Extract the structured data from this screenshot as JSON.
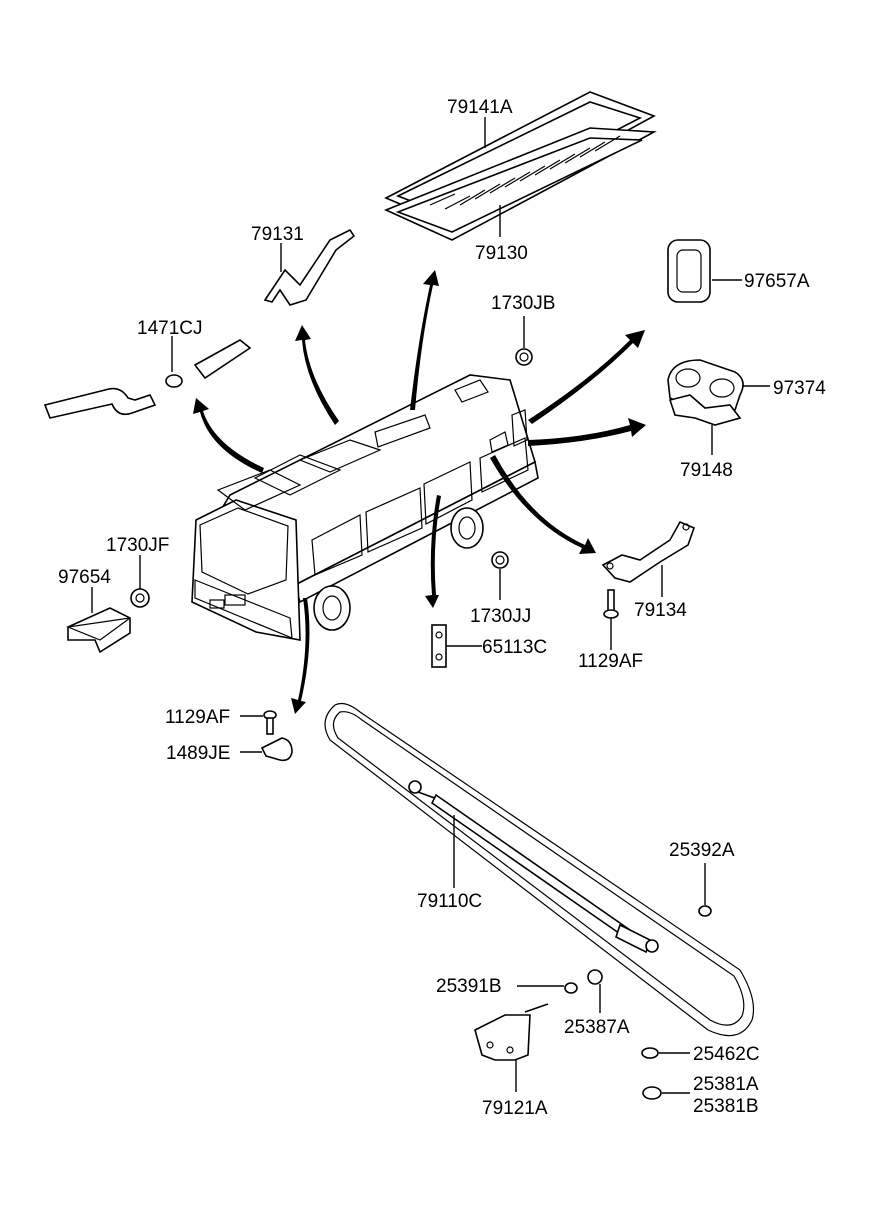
{
  "diagram": {
    "callouts": [
      {
        "id": "79141A",
        "label": "79141A"
      },
      {
        "id": "79130",
        "label": "79130"
      },
      {
        "id": "79131",
        "label": "79131"
      },
      {
        "id": "97657A",
        "label": "97657A"
      },
      {
        "id": "1730JB",
        "label": "1730JB"
      },
      {
        "id": "1471CJ",
        "label": "1471CJ"
      },
      {
        "id": "97374",
        "label": "97374"
      },
      {
        "id": "79148",
        "label": "79148"
      },
      {
        "id": "1730JF",
        "label": "1730JF"
      },
      {
        "id": "97654",
        "label": "97654"
      },
      {
        "id": "79134",
        "label": "79134"
      },
      {
        "id": "1730JJ",
        "label": "1730JJ"
      },
      {
        "id": "65113C",
        "label": "65113C"
      },
      {
        "id": "1129AF_right",
        "label": "1129AF"
      },
      {
        "id": "1129AF_left",
        "label": "1129AF"
      },
      {
        "id": "1489JE",
        "label": "1489JE"
      },
      {
        "id": "25392A",
        "label": "25392A"
      },
      {
        "id": "79110C",
        "label": "79110C"
      },
      {
        "id": "25391B",
        "label": "25391B"
      },
      {
        "id": "25387A",
        "label": "25387A"
      },
      {
        "id": "25462C",
        "label": "25462C"
      },
      {
        "id": "25381A",
        "label": "25381A"
      },
      {
        "id": "25381B",
        "label": "25381B"
      },
      {
        "id": "79121A",
        "label": "79121A"
      }
    ]
  }
}
